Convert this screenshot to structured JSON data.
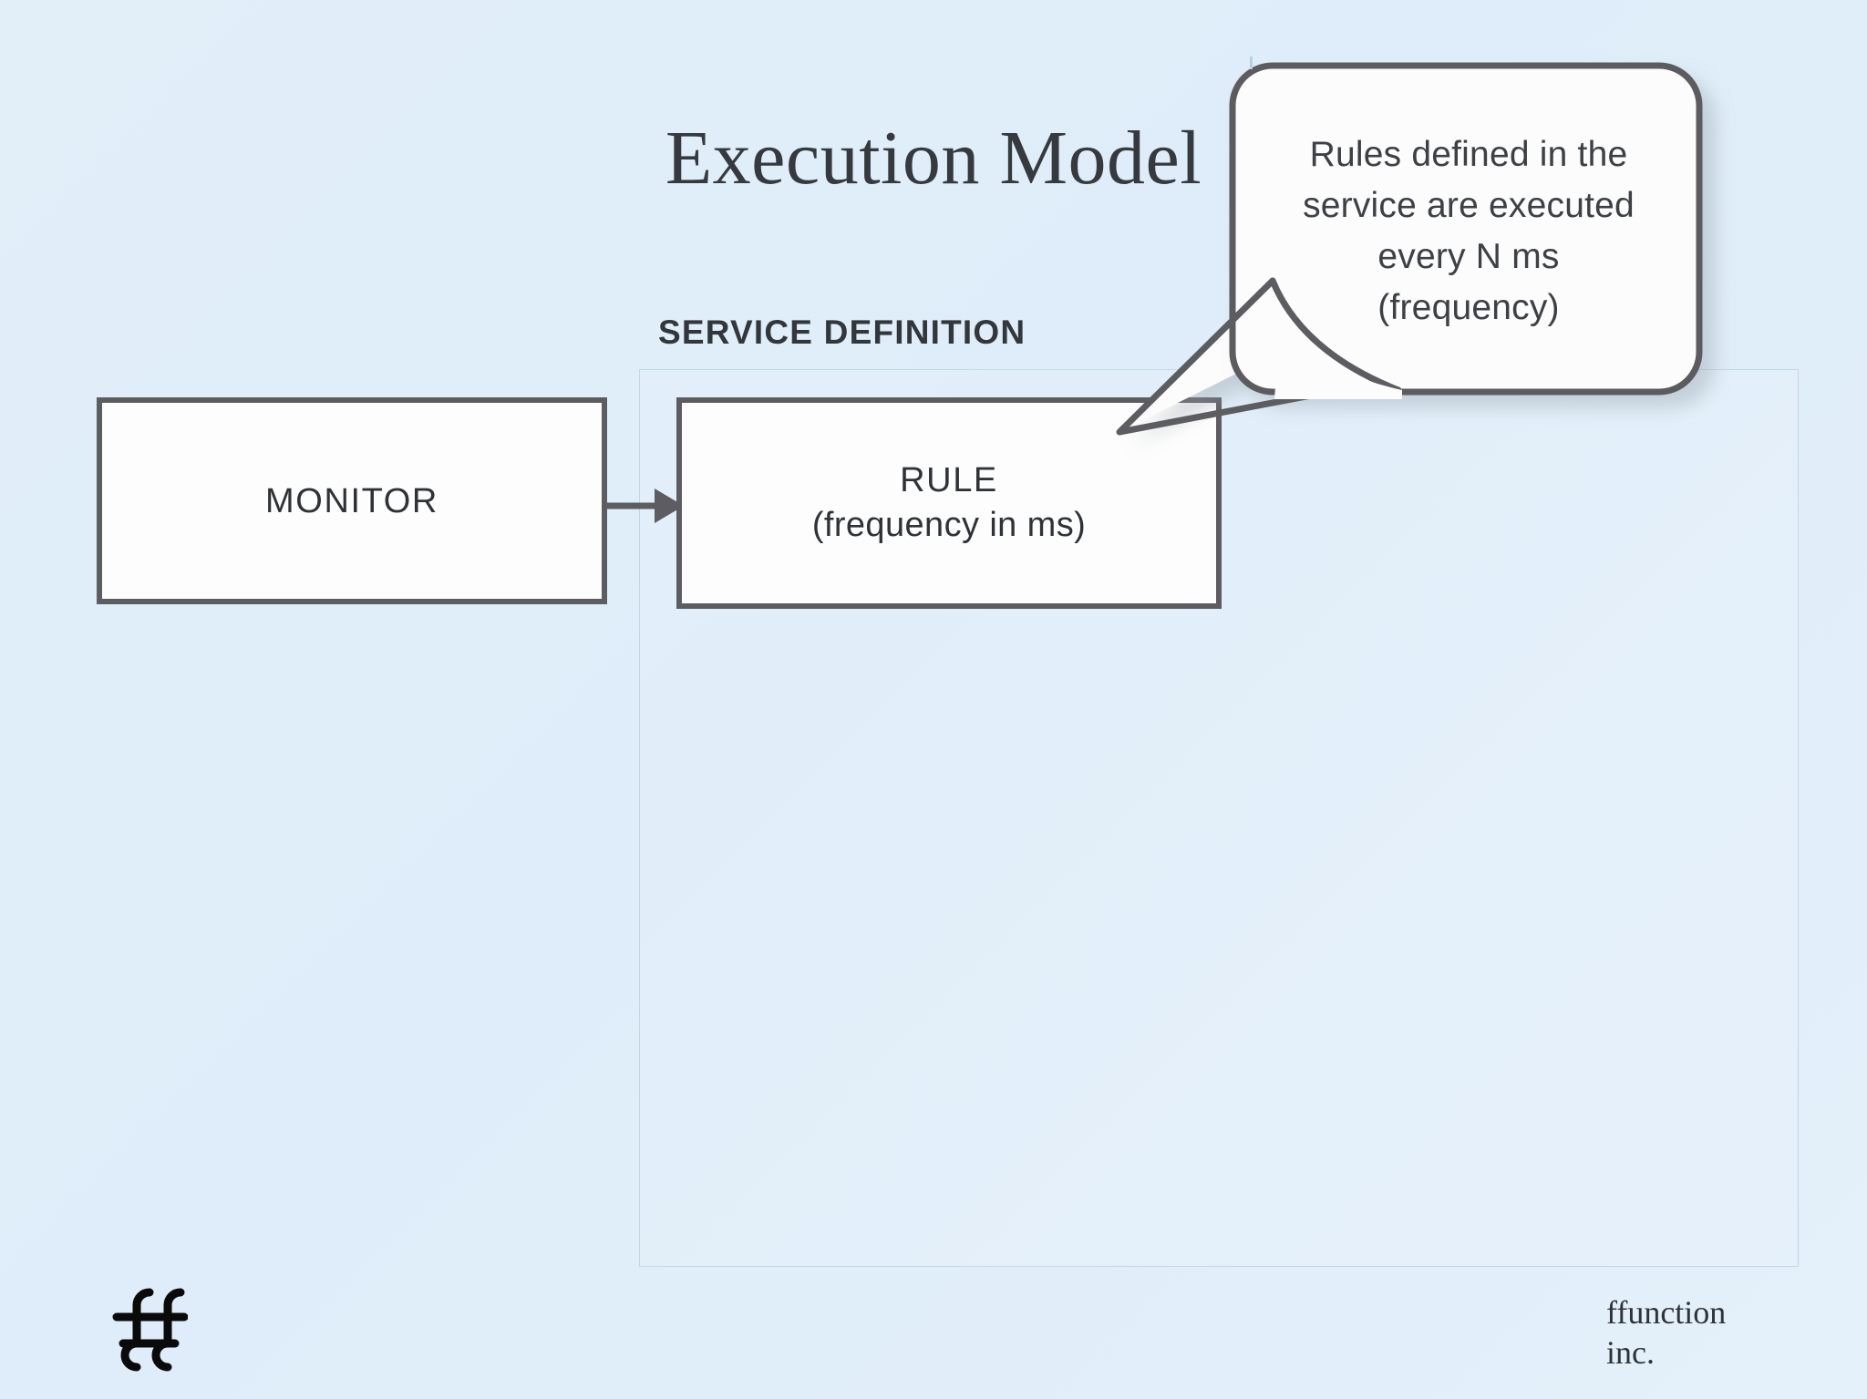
{
  "slide": {
    "title": "Execution Model",
    "background_color": "#dfeefa"
  },
  "section": {
    "label": "SERVICE DEFINITION",
    "border_color": "#c4d7e6"
  },
  "diagram": {
    "box_border_color": "#5c5c61",
    "box_fill_color": "#fdfdfd",
    "nodes": [
      {
        "id": "monitor",
        "title": "MONITOR",
        "subtitle": ""
      },
      {
        "id": "rule",
        "title": "RULE",
        "subtitle": "(frequency in ms)"
      }
    ],
    "connector": {
      "from": "monitor",
      "to": "rule",
      "style": "solid-arrow",
      "color": "#5c5c61"
    }
  },
  "callout": {
    "text": "Rules defined in the service are executed every N ms (frequency)",
    "lines": [
      "Rules defined in the",
      "service are executed",
      "every N ms",
      "(frequency)"
    ],
    "border_color": "#5c5c61",
    "fill_color": "#fcfcfc",
    "points_to": "rule"
  },
  "footer": {
    "logo_icon": "ff-ligature-logo-icon",
    "credit_lines": [
      "ffunction",
      "inc."
    ]
  }
}
